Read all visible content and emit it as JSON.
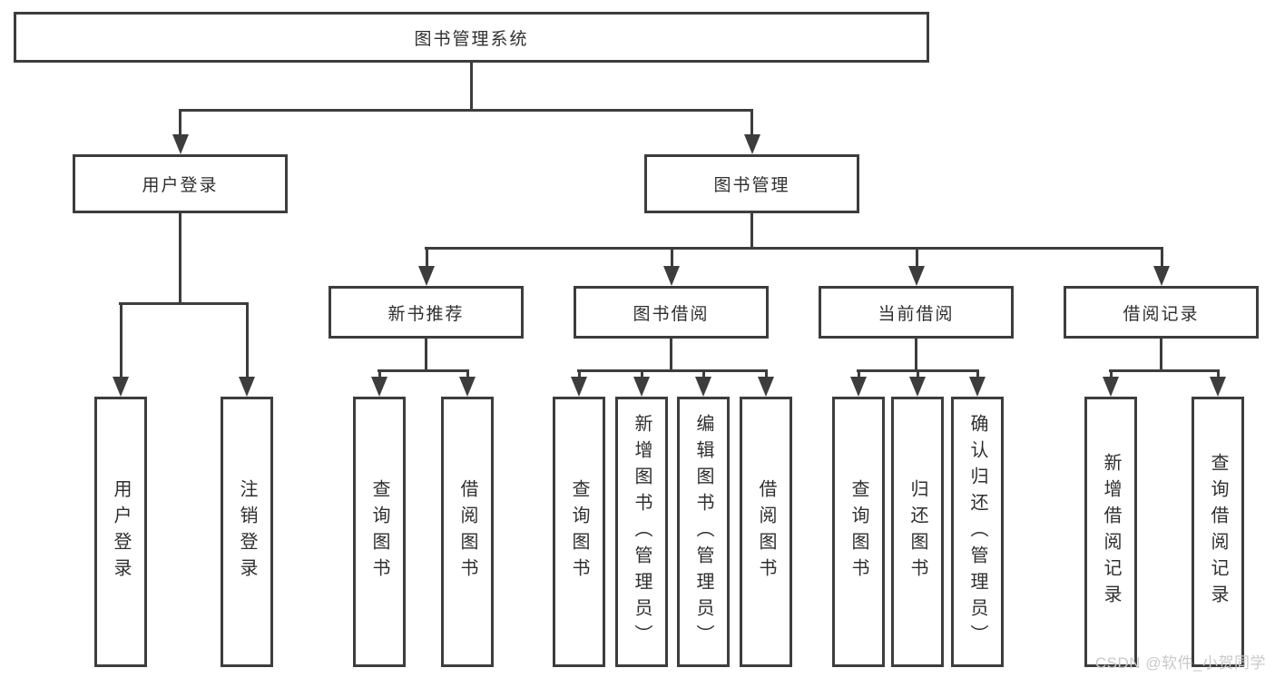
{
  "colors": {
    "line": "#3d3d3d",
    "text": "#2f2f2f",
    "background": "#ffffff",
    "watermark": "#c9c9c9"
  },
  "tree": {
    "label": "图书管理系统",
    "children": [
      {
        "label": "用户登录",
        "children": [
          {
            "label": "用户登录"
          },
          {
            "label": "注销登录"
          }
        ]
      },
      {
        "label": "图书管理",
        "children": [
          {
            "label": "新书推荐",
            "children": [
              {
                "label": "查询图书"
              },
              {
                "label": "借阅图书"
              }
            ]
          },
          {
            "label": "图书借阅",
            "children": [
              {
                "label": "查询图书"
              },
              {
                "label": "新增图书（管理员）"
              },
              {
                "label": "编辑图书（管理员）"
              },
              {
                "label": "借阅图书"
              }
            ]
          },
          {
            "label": "当前借阅",
            "children": [
              {
                "label": "查询图书"
              },
              {
                "label": "归还图书"
              },
              {
                "label": "确认归还（管理员）"
              }
            ]
          },
          {
            "label": "借阅记录",
            "children": [
              {
                "label": "新增借阅记录"
              },
              {
                "label": "查询借阅记录"
              }
            ]
          }
        ]
      }
    ]
  },
  "watermark": {
    "text": "CSDN @软件_小贺同学"
  }
}
